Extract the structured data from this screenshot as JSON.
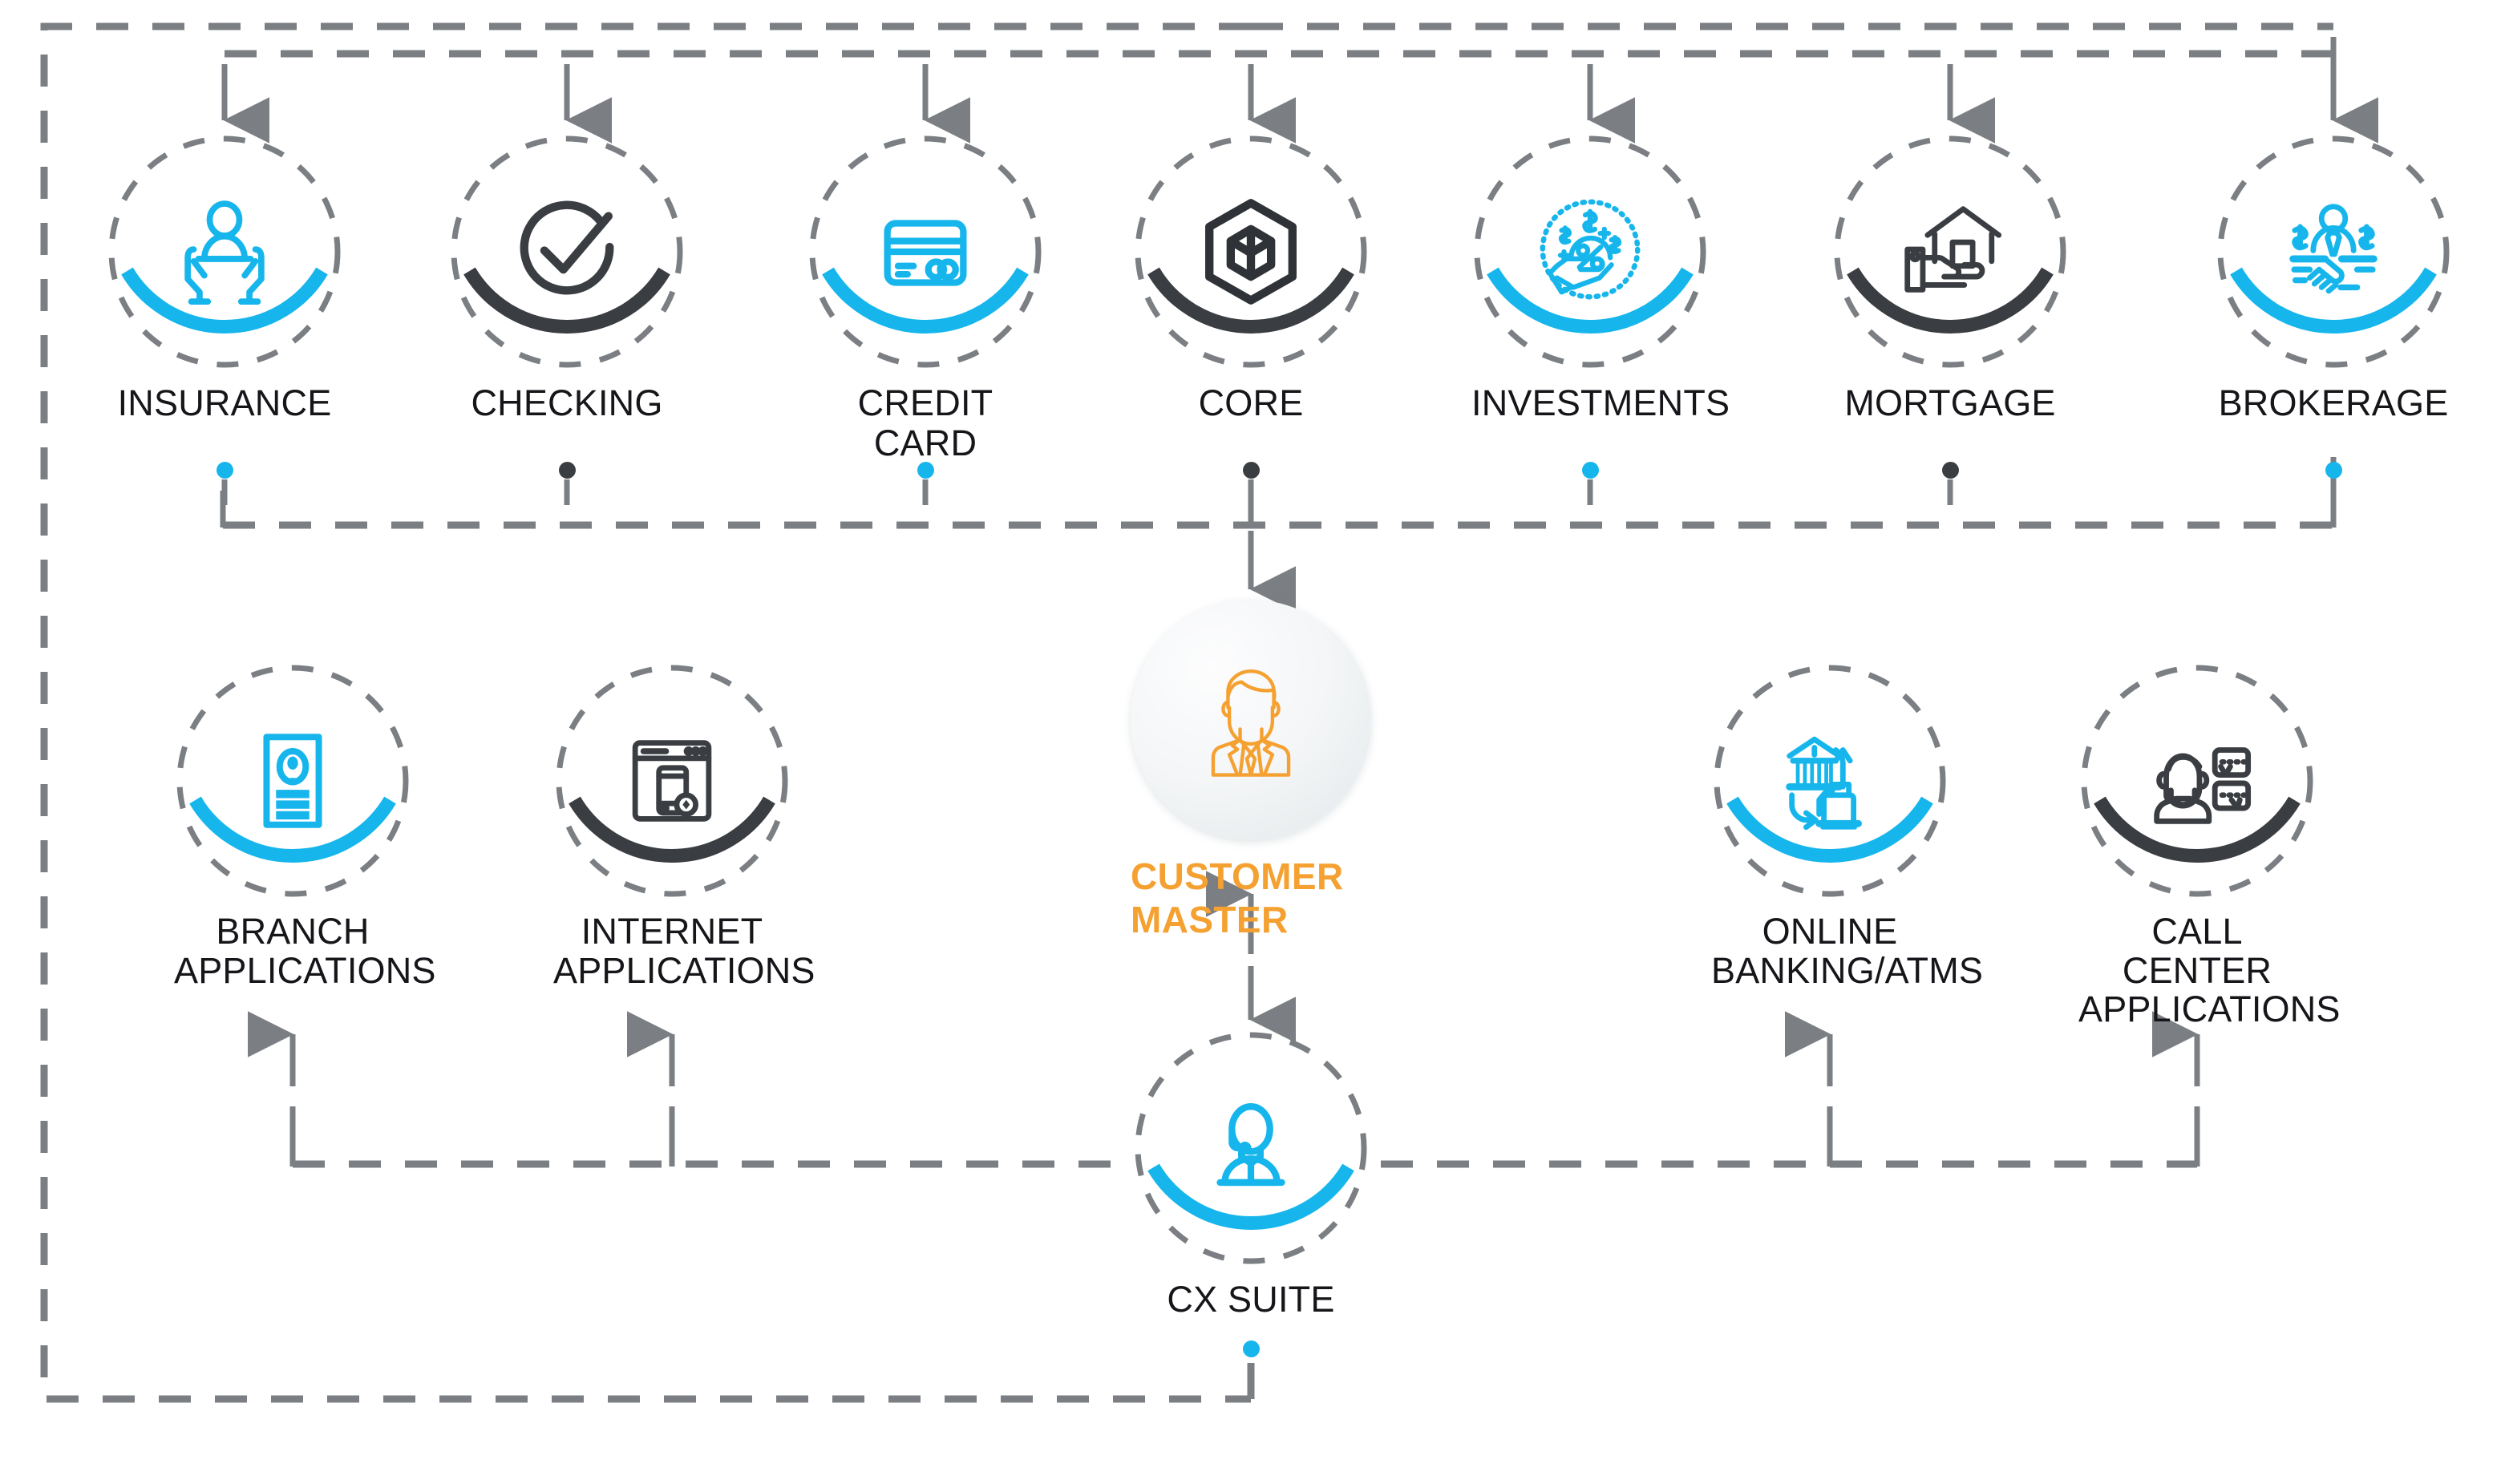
{
  "diagram": {
    "title": "Customer Master hub-and-spoke banking systems diagram",
    "center": {
      "label": "CUSTOMER MASTER",
      "icon": "businessman-avatar-icon",
      "color": "#f5a131"
    },
    "colors": {
      "accent_blue": "#16b6ec",
      "dark": "#3a3d42",
      "orange": "#f5a131",
      "wire": "#7b7f83",
      "text": "#16161a"
    },
    "top_row": [
      {
        "label": "INSURANCE",
        "icon": "hands-holding-person-icon",
        "color": "#16b6ec",
        "dot_color": "#16b6ec"
      },
      {
        "label": "CHECKING",
        "icon": "check-circle-icon",
        "color": "#3a3d42",
        "dot_color": "#3a3d42"
      },
      {
        "label": "CREDIT CARD",
        "icon": "credit-card-icon",
        "color": "#16b6ec",
        "dot_color": "#16b6ec"
      },
      {
        "label": "CORE",
        "icon": "hexagon-cube-icon",
        "color": "#3a3d42",
        "dot_color": "#3a3d42"
      },
      {
        "label": "INVESTMENTS",
        "icon": "hand-percent-coins-icon",
        "color": "#16b6ec",
        "dot_color": "#16b6ec"
      },
      {
        "label": "MORTGAGE",
        "icon": "hand-holding-house-icon",
        "color": "#3a3d42",
        "dot_color": "#3a3d42"
      },
      {
        "label": "BROKERAGE",
        "icon": "handshake-dollar-icon",
        "color": "#16b6ec",
        "dot_color": "#16b6ec"
      }
    ],
    "bottom_row": [
      {
        "label": "BRANCH\nAPPLICATIONS",
        "icon": "id-document-icon",
        "color": "#16b6ec"
      },
      {
        "label": "INTERNET\nAPPLICATIONS",
        "icon": "browser-mobile-icon",
        "color": "#3a3d42"
      },
      {
        "label": "ONLINE\nBANKING/ATMS",
        "icon": "bank-exchange-atm-icon",
        "color": "#16b6ec"
      },
      {
        "label": "CALL CENTER\nAPPLICATIONS",
        "icon": "headset-chat-icon",
        "color": "#3a3d42"
      }
    ],
    "bottom_center": {
      "label": "CX SUITE",
      "icon": "headset-agent-icon",
      "color": "#16b6ec",
      "dot_color": "#16b6ec"
    }
  }
}
